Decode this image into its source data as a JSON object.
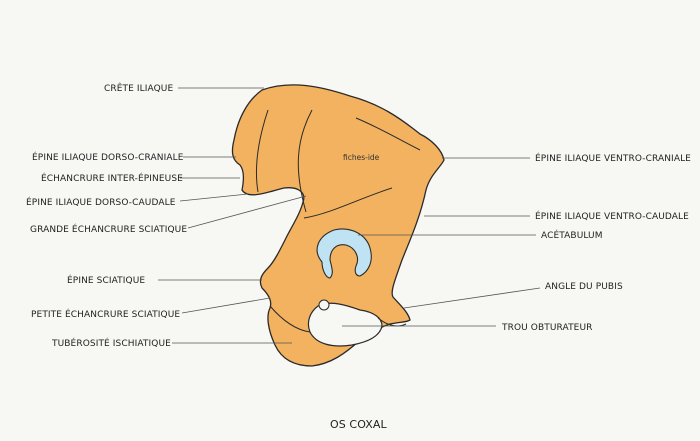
{
  "diagram": {
    "title": "OS COXAL",
    "watermark": "fiches-ide",
    "colors": {
      "bone": "#f2b25f",
      "outline": "#2a2a2a",
      "acetabulum": "#bfe3f2",
      "background": "#f7f7f4"
    },
    "labels_left": [
      "CRÊTE ILIAQUE",
      "ÉPINE ILIAQUE DORSO-CRANIALE",
      "ÉCHANCRURE INTER-ÉPINEUSE",
      "ÉPINE ILIAQUE DORSO-CAUDALE",
      "GRANDE ÉCHANCRURE SCIATIQUE",
      "ÉPINE SCIATIQUE",
      "PETITE ÉCHANCRURE SCIATIQUE",
      "TUBÉROSITÉ ISCHIATIQUE"
    ],
    "labels_right": [
      "ÉPINE ILIAQUE VENTRO-CRANIALE",
      "ÉPINE ILIAQUE VENTRO-CAUDALE",
      "ACÉTABULUM",
      "ANGLE DU PUBIS",
      "TROU OBTURATEUR"
    ]
  }
}
